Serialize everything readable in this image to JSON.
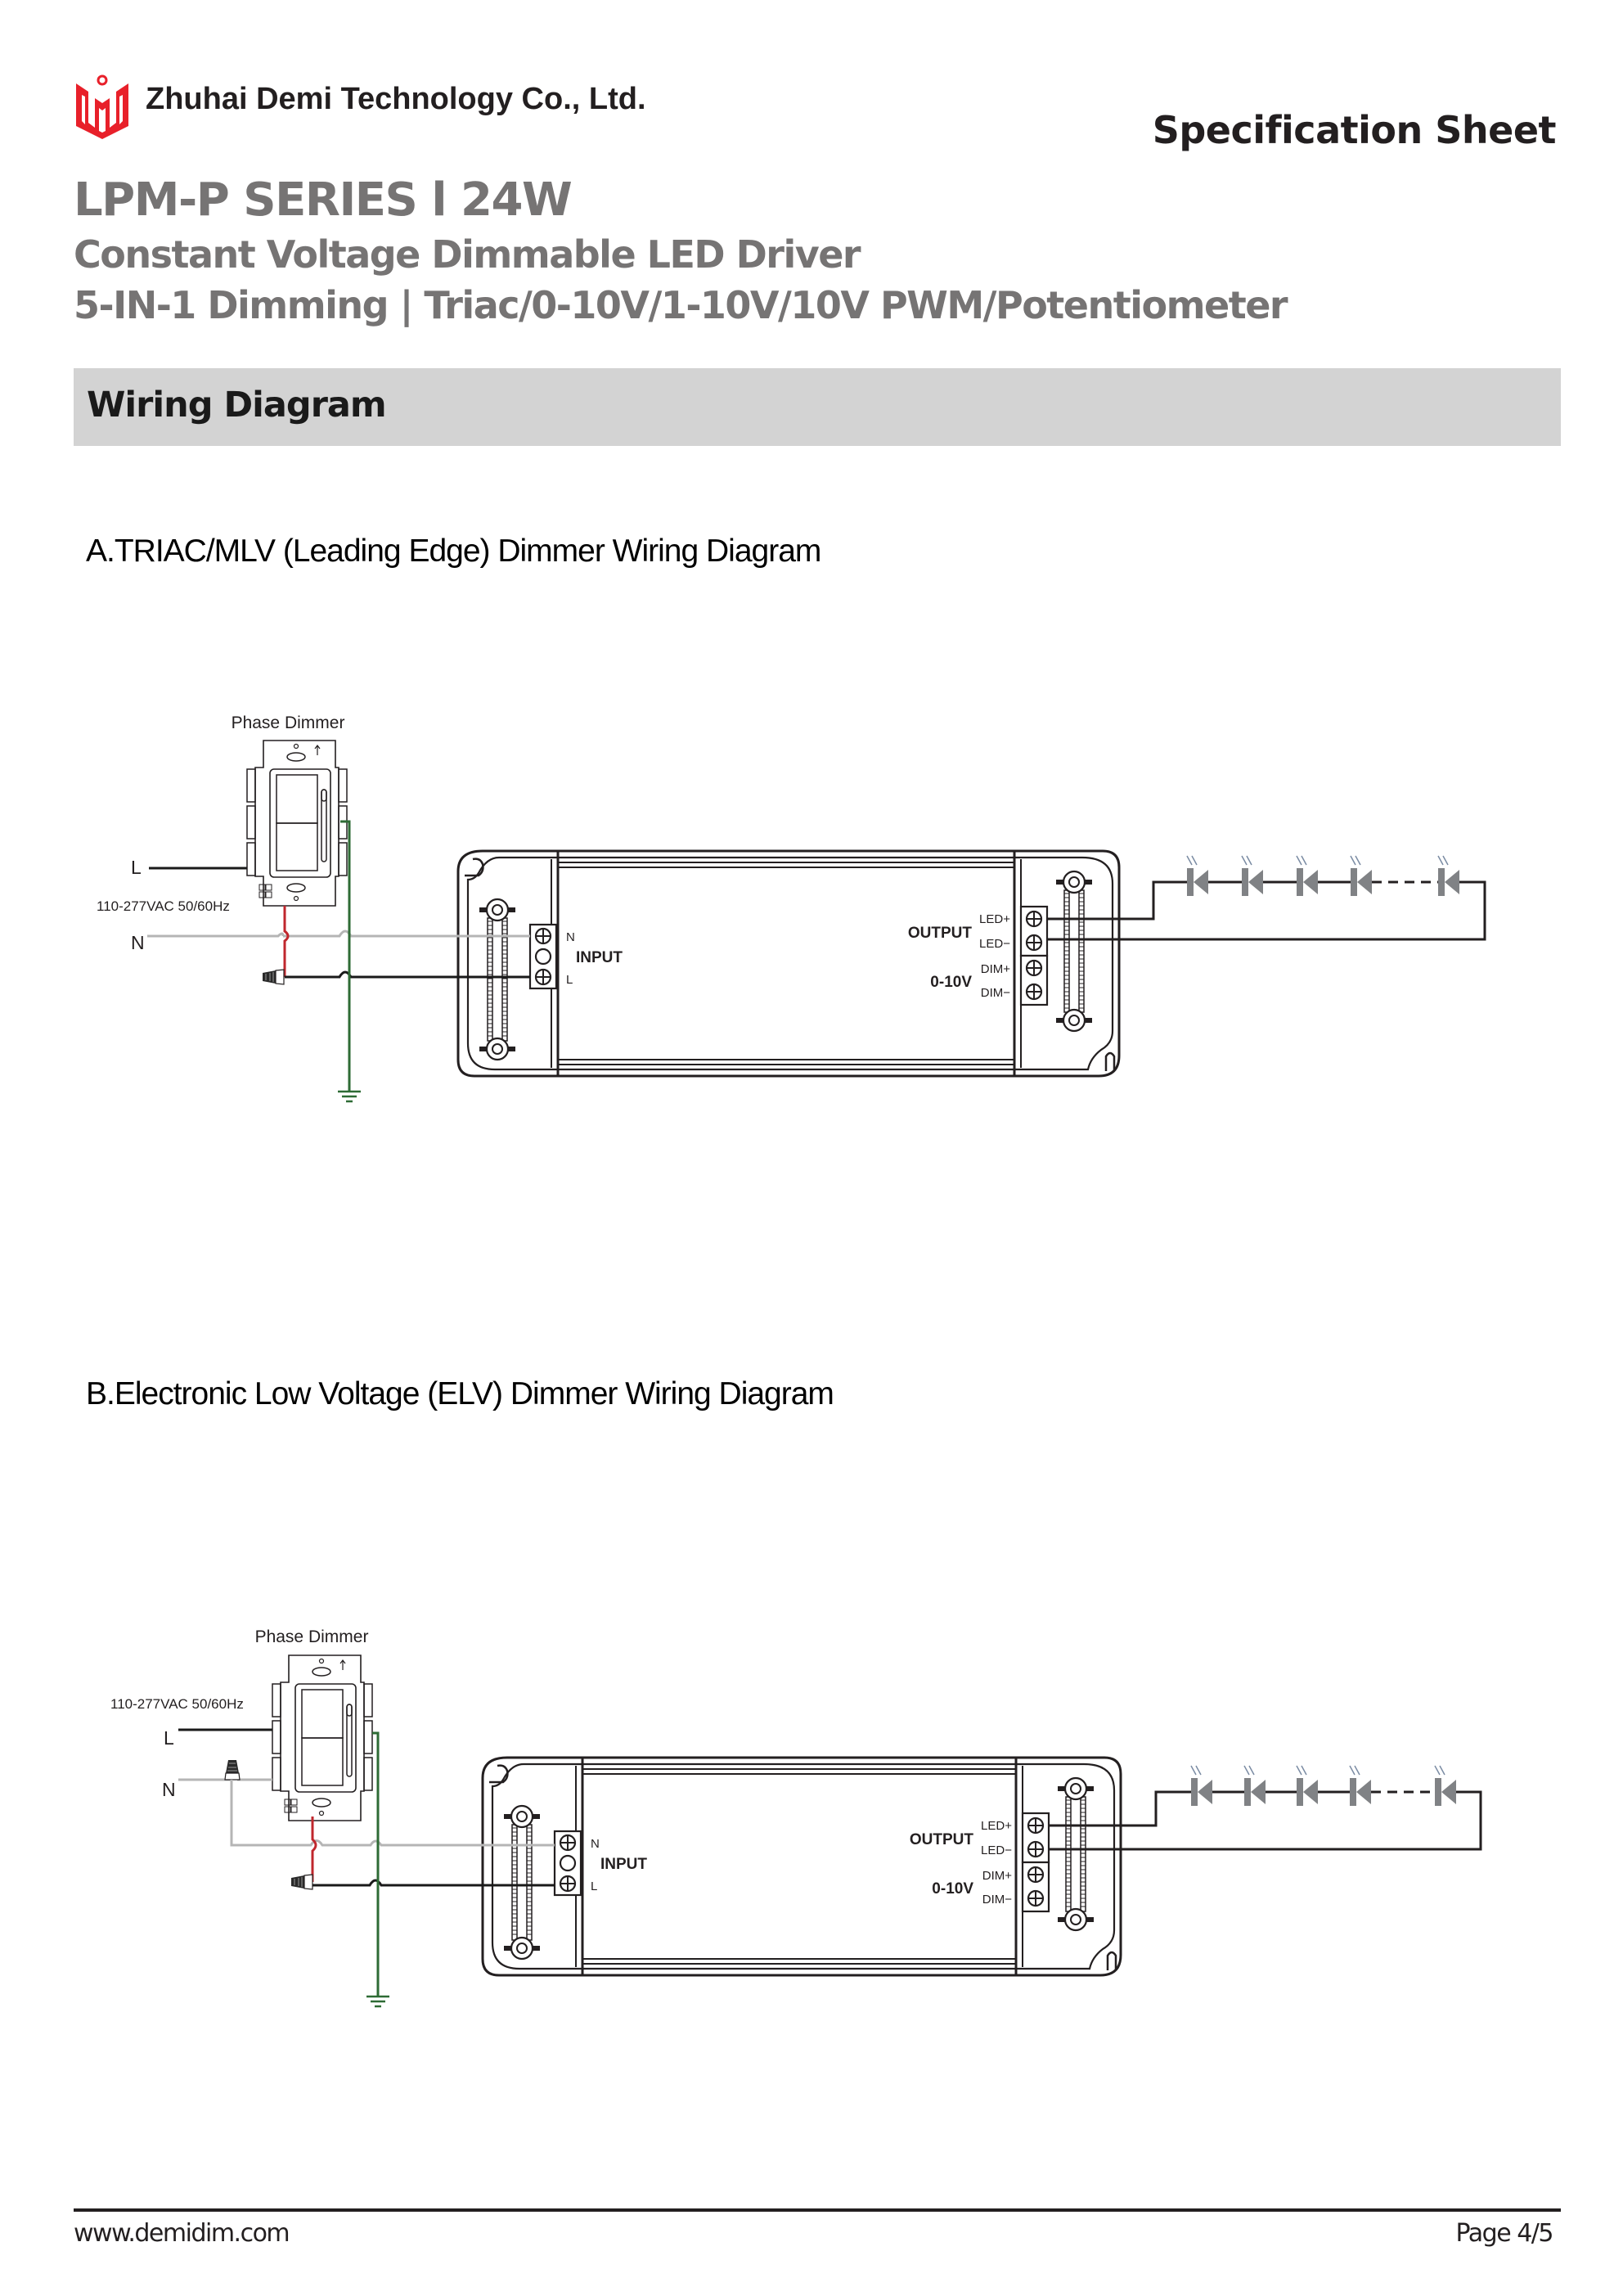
{
  "header": {
    "company_name": "Zhuhai Demi Technology Co., Ltd.",
    "doc_type": "Specification Sheet",
    "brand_color": "#e8202a"
  },
  "product": {
    "series_title": "LPM-P SERIES l 24W",
    "subtitle": "Constant Voltage Dimmable LED Driver",
    "dimming_line": "5-IN-1 Dimming |  Triac/0-10V/1-10V/10V PWM/Potentiometer"
  },
  "section": {
    "title": "Wiring Diagram"
  },
  "diagrams": [
    {
      "title": "A.TRIAC/MLV (Leading Edge) Dimmer Wiring Diagram",
      "dimmer_label": "Phase Dimmer",
      "supply_label": "110-277VAC 50/60Hz",
      "line_label": "L",
      "neutral_label": "N",
      "input": {
        "label": "INPUT",
        "n": "N",
        "l": "L"
      },
      "output": {
        "label": "OUTPUT",
        "pos": "LED+",
        "neg": "LED−"
      },
      "dim": {
        "label": "0-10V",
        "pos": "DIM+",
        "neg": "DIM−"
      }
    },
    {
      "title": "B.Electronic Low Voltage (ELV) Dimmer Wiring Diagram",
      "dimmer_label": "Phase Dimmer",
      "supply_label": "110-277VAC 50/60Hz",
      "line_label": "L",
      "neutral_label": "N",
      "input": {
        "label": "INPUT",
        "n": "N",
        "l": "L"
      },
      "output": {
        "label": "OUTPUT",
        "pos": "LED+",
        "neg": "LED−"
      },
      "dim": {
        "label": "0-10V",
        "pos": "DIM+",
        "neg": "DIM−"
      }
    }
  ],
  "wire_colors": {
    "line": "#1a1a1a",
    "neutral": "#b5b5b5",
    "dimmed_hot": "#c0272d",
    "ground": "#2e6b35",
    "led": "#808285"
  },
  "footer": {
    "website": "www.demidim.com",
    "page": "Page 4/5"
  }
}
